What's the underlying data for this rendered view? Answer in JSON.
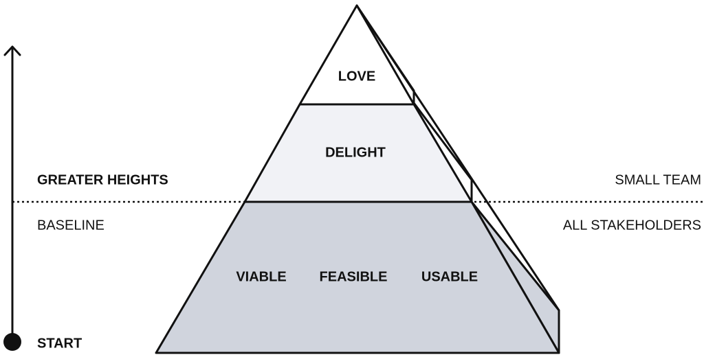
{
  "colors": {
    "stroke": "#111111",
    "background": "#ffffff",
    "tier_top_fill": "#ffffff",
    "tier_middle_fill": "#f1f2f6",
    "tier_bottom_fill": "#d0d4dd",
    "side_face_fill": "#ffffff"
  },
  "pyramid": {
    "tiers": [
      {
        "id": "love",
        "labels": [
          "LOVE"
        ]
      },
      {
        "id": "delight",
        "labels": [
          "DELIGHT"
        ]
      },
      {
        "id": "base",
        "labels": [
          "VIABLE",
          "FEASIBLE",
          "USABLE"
        ]
      }
    ]
  },
  "axis": {
    "start_label": "START",
    "upper_label": "GREATER HEIGHTS",
    "lower_label": "BASELINE"
  },
  "audience": {
    "upper_label": "SMALL TEAM",
    "lower_label": "ALL STAKEHOLDERS"
  }
}
